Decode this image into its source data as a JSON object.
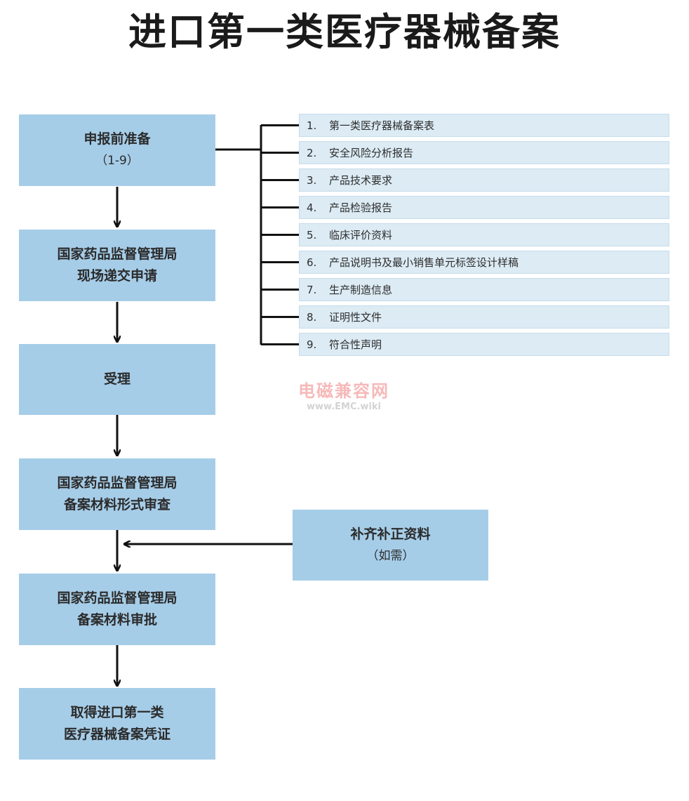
{
  "title": "进口第一类医疗器械备案",
  "steps": [
    {
      "line1": "申报前准备",
      "line2": "（1-9）"
    },
    {
      "line1": "国家药品监督管理局",
      "line2": "现场递交申请"
    },
    {
      "line1": "受理",
      "line2": ""
    },
    {
      "line1": "国家药品监督管理局",
      "line2": "备案材料形式审查"
    },
    {
      "line1": "国家药品监督管理局",
      "line2": "备案材料审批"
    },
    {
      "line1": "取得进口第一类",
      "line2": "医疗器械备案凭证"
    }
  ],
  "side_box": {
    "line1": "补齐补正资料",
    "line2": "（如需）"
  },
  "documents": [
    {
      "num": "1.",
      "text": "第一类医疗器械备案表"
    },
    {
      "num": "2.",
      "text": "安全风险分析报告"
    },
    {
      "num": "3.",
      "text": "产品技术要求"
    },
    {
      "num": "4.",
      "text": "产品检验报告"
    },
    {
      "num": "5.",
      "text": "临床评价资料"
    },
    {
      "num": "6.",
      "text": "产品说明书及最小销售单元标签设计样稿"
    },
    {
      "num": "7.",
      "text": "生产制造信息"
    },
    {
      "num": "8.",
      "text": "证明性文件"
    },
    {
      "num": "9.",
      "text": "符合性声明"
    }
  ],
  "watermark": {
    "cn": "电磁兼容网",
    "en": "www.EMC.wiki"
  },
  "colors": {
    "box": "#a6cde8",
    "doc": "#dcebf4",
    "line": "#111111"
  }
}
